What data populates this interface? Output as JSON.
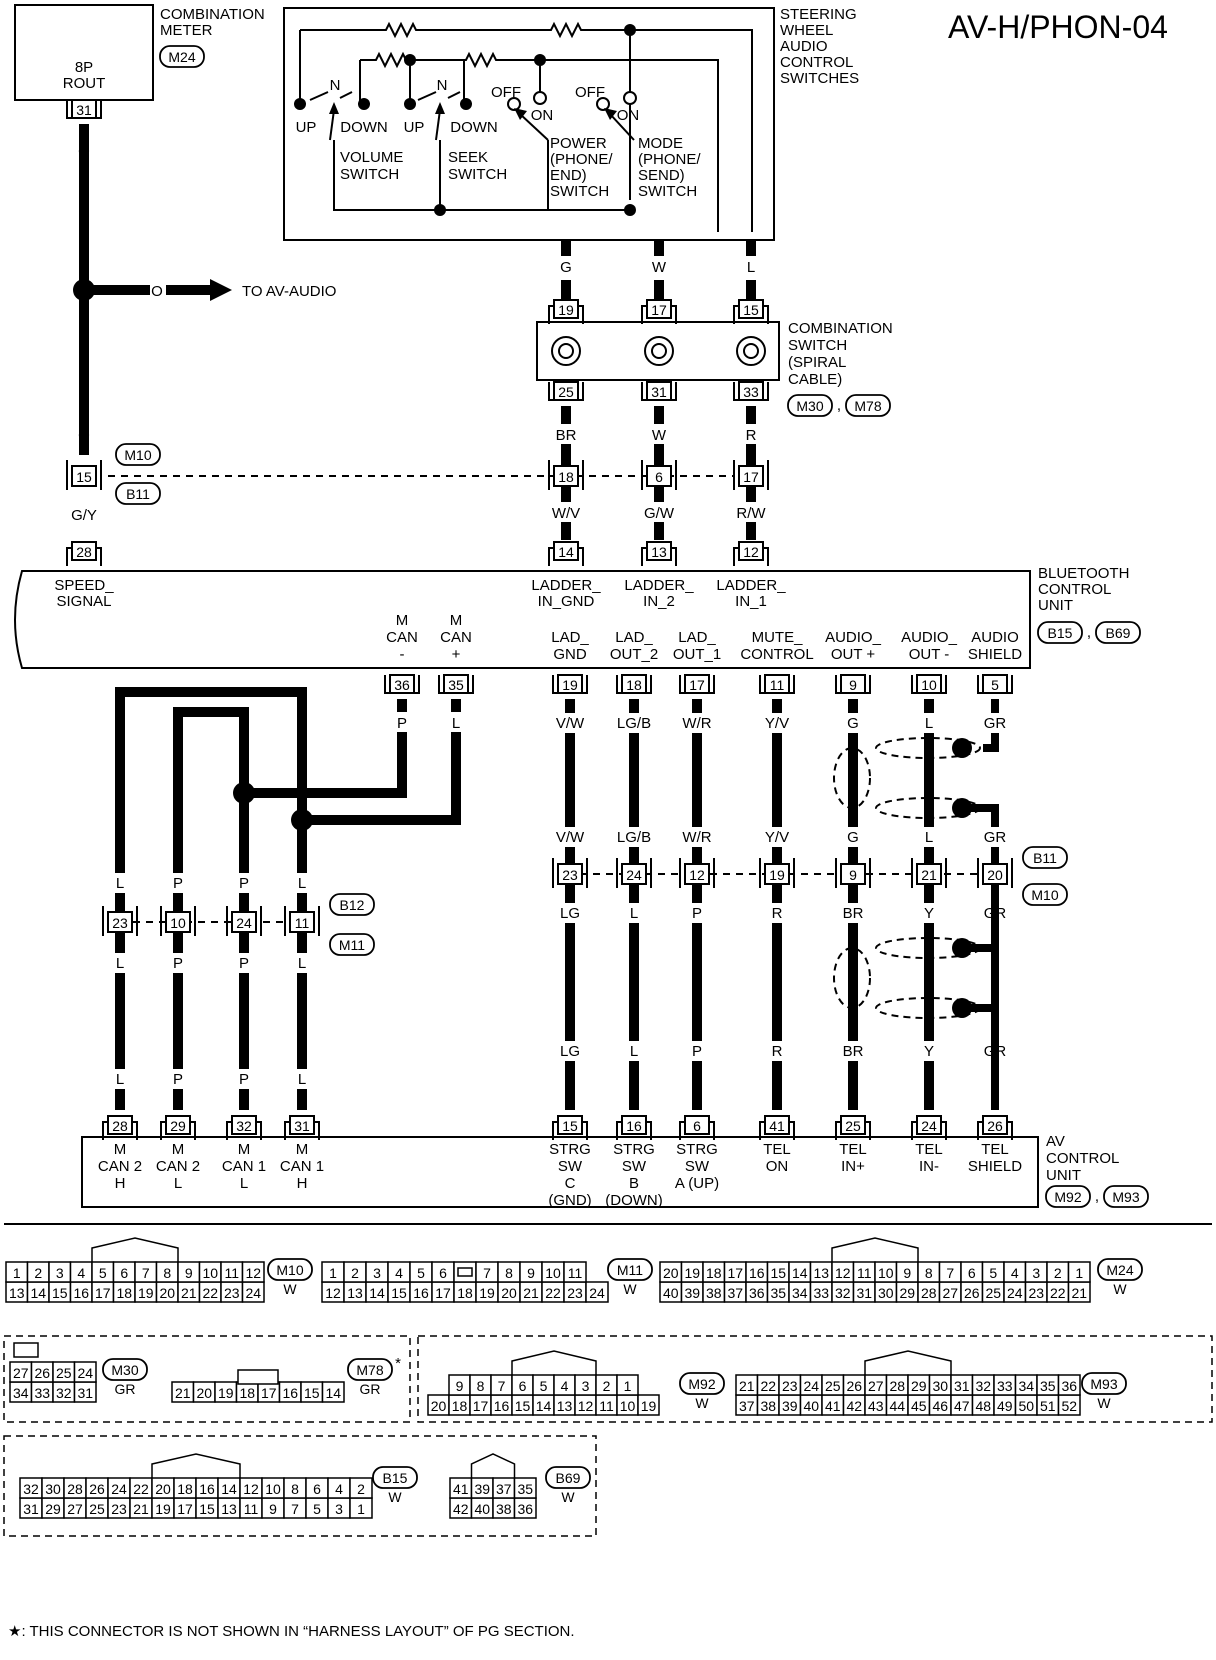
{
  "page_title": "AV-H/PHON-04",
  "components": {
    "meter": {
      "name": [
        "COMBINATION",
        "METER"
      ],
      "connector": "M24",
      "box": [
        "8P",
        "ROUT"
      ],
      "pin": "31"
    },
    "steering": {
      "name": [
        "STEERING",
        "WHEEL",
        "AUDIO",
        "CONTROL",
        "SWITCHES"
      ],
      "volume": {
        "n": "N",
        "up": "UP",
        "down": "DOWN",
        "label": [
          "VOLUME",
          "SWITCH"
        ]
      },
      "seek": {
        "n": "N",
        "up": "UP",
        "down": "DOWN",
        "label": [
          "SEEK",
          "SWITCH"
        ]
      },
      "power": {
        "off": "OFF",
        "on": "ON",
        "label": [
          "POWER",
          "(PHONE/",
          "END)",
          "SWITCH"
        ]
      },
      "mode": {
        "off": "OFF",
        "on": "ON",
        "label": [
          "MODE",
          "(PHONE/",
          "SEND)",
          "SWITCH"
        ]
      }
    },
    "spiral": {
      "name": [
        "COMBINATION",
        "SWITCH",
        "(SPIRAL",
        "CABLE)"
      ],
      "connectors": [
        "M30",
        "M78"
      ]
    },
    "bcu": {
      "name": [
        "BLUETOOTH",
        "CONTROL",
        "UNIT"
      ],
      "connectors": [
        "B15",
        "B69"
      ],
      "top_pins": [
        {
          "pin": "28",
          "label": [
            "SPEED_",
            "SIGNAL"
          ]
        },
        {
          "pin": "14",
          "label": [
            "LADDER_",
            "IN_GND"
          ]
        },
        {
          "pin": "13",
          "label": [
            "LADDER_",
            "IN_2"
          ]
        },
        {
          "pin": "12",
          "label": [
            "LADDER_",
            "IN_1"
          ]
        }
      ],
      "bottom_pins": [
        {
          "pin": "36",
          "label": [
            "M",
            "CAN",
            "-"
          ]
        },
        {
          "pin": "35",
          "label": [
            "M",
            "CAN",
            "+"
          ]
        },
        {
          "pin": "19",
          "label": [
            "LAD_",
            "GND"
          ]
        },
        {
          "pin": "18",
          "label": [
            "LAD_",
            "OUT_2"
          ]
        },
        {
          "pin": "17",
          "label": [
            "LAD_",
            "OUT_1"
          ]
        },
        {
          "pin": "11",
          "label": [
            "MUTE_",
            "CONTROL"
          ]
        },
        {
          "pin": "9",
          "label": [
            "AUDIO_",
            "OUT +"
          ]
        },
        {
          "pin": "10",
          "label": [
            "AUDIO_",
            "OUT -"
          ]
        },
        {
          "pin": "5",
          "label": [
            "AUDIO",
            "SHIELD"
          ]
        }
      ]
    },
    "av": {
      "name": [
        "AV",
        "CONTROL",
        "UNIT"
      ],
      "connectors": [
        "M92",
        "M93"
      ],
      "pins": [
        {
          "pin": "28",
          "label": [
            "M",
            "CAN 2",
            "H"
          ]
        },
        {
          "pin": "29",
          "label": [
            "M",
            "CAN 2",
            "L"
          ]
        },
        {
          "pin": "32",
          "label": [
            "M",
            "CAN 1",
            "L"
          ]
        },
        {
          "pin": "31",
          "label": [
            "M",
            "CAN 1",
            "H"
          ]
        },
        {
          "pin": "15",
          "label": [
            "STRG",
            "SW",
            "C",
            "(GND)"
          ]
        },
        {
          "pin": "16",
          "label": [
            "STRG",
            "SW",
            "B",
            "(DOWN)"
          ]
        },
        {
          "pin": "6",
          "label": [
            "STRG",
            "SW",
            "A (UP)"
          ]
        },
        {
          "pin": "41",
          "label": [
            "TEL",
            "ON"
          ]
        },
        {
          "pin": "25",
          "label": [
            "TEL",
            "IN+"
          ]
        },
        {
          "pin": "24",
          "label": [
            "TEL",
            "IN-"
          ]
        },
        {
          "pin": "26",
          "label": [
            "TEL",
            "SHIELD"
          ]
        }
      ]
    }
  },
  "to_av_audio": {
    "color": "O",
    "label": "TO AV-AUDIO"
  },
  "wires": {
    "meter_out": "O",
    "meter_low": "O",
    "meter_bcu": "G/Y",
    "steer": [
      "G",
      "W",
      "L"
    ],
    "spiral_top_pins": [
      "19",
      "17",
      "15"
    ],
    "spiral_bot_pins": [
      "25",
      "31",
      "33"
    ],
    "spiral_below": [
      "BR",
      "W",
      "R"
    ],
    "joint_pins": [
      "15",
      "18",
      "6",
      "17"
    ],
    "joint_conn": [
      "M10",
      "B11"
    ],
    "bcu_in": [
      "W/V",
      "G/W",
      "R/W"
    ],
    "can_colors_top": [
      "P",
      "L"
    ],
    "can_colors": [
      "L",
      "P",
      "P",
      "L"
    ],
    "can_pins": [
      "23",
      "10",
      "24",
      "11"
    ],
    "can_conn": [
      "B12",
      "M11"
    ],
    "sig_top": [
      "V/W",
      "LG/B",
      "W/R",
      "Y/V",
      "G",
      "L",
      "GR"
    ],
    "sig_mid": [
      "V/W",
      "LG/B",
      "W/R",
      "Y/V",
      "G",
      "L",
      "GR"
    ],
    "mid_pins": [
      "23",
      "24",
      "12",
      "19",
      "9",
      "21",
      "20"
    ],
    "mid_conn": [
      "B11",
      "M10"
    ],
    "sig_below": [
      "LG",
      "L",
      "P",
      "R",
      "BR",
      "Y",
      "GR"
    ],
    "sig_bottom": [
      "LG",
      "L",
      "P",
      "R",
      "BR",
      "Y",
      "GR"
    ]
  },
  "face_views": [
    {
      "id": "M10",
      "color": "W",
      "top": [
        "1",
        "2",
        "3",
        "4",
        "5",
        "6",
        "7",
        "8",
        "9",
        "10",
        "11",
        "12"
      ],
      "bottom": [
        "13",
        "14",
        "15",
        "16",
        "17",
        "18",
        "19",
        "20",
        "21",
        "22",
        "23",
        "24"
      ]
    },
    {
      "id": "M11",
      "color": "W",
      "top": [
        "1",
        "2",
        "3",
        "4",
        "5",
        "6",
        "",
        "7",
        "8",
        "9",
        "10",
        "11"
      ],
      "bottom": [
        "12",
        "13",
        "14",
        "15",
        "16",
        "17",
        "18",
        "19",
        "20",
        "21",
        "22",
        "23",
        "24"
      ]
    },
    {
      "id": "M24",
      "color": "W",
      "top": [
        "20",
        "19",
        "18",
        "17",
        "16",
        "15",
        "14",
        "13",
        "12",
        "11",
        "10",
        "9",
        "8",
        "7",
        "6",
        "5",
        "4",
        "3",
        "2",
        "1"
      ],
      "bottom": [
        "40",
        "39",
        "38",
        "37",
        "36",
        "35",
        "34",
        "33",
        "32",
        "31",
        "30",
        "29",
        "28",
        "27",
        "26",
        "25",
        "24",
        "23",
        "22",
        "21"
      ]
    },
    {
      "id": "M30",
      "color": "GR",
      "top": [
        "27",
        "26",
        "25",
        "24"
      ],
      "bottom": [
        "34",
        "33",
        "32",
        "31"
      ]
    },
    {
      "id": "M78",
      "color": "GR",
      "top": [],
      "bottom": [
        "21",
        "20",
        "19",
        "18",
        "17",
        "16",
        "15",
        "14"
      ]
    },
    {
      "id": "M92",
      "color": "W",
      "top": [
        "9",
        "8",
        "7",
        "6",
        "5",
        "4",
        "3",
        "2",
        "1"
      ],
      "bottom": [
        "20",
        "18",
        "17",
        "16",
        "15",
        "14",
        "13",
        "12",
        "11",
        "10",
        "19"
      ]
    },
    {
      "id": "M93",
      "color": "W",
      "top": [
        "21",
        "22",
        "23",
        "24",
        "25",
        "26",
        "27",
        "28",
        "29",
        "30",
        "31",
        "32",
        "33",
        "34",
        "35",
        "36"
      ],
      "bottom": [
        "37",
        "38",
        "39",
        "40",
        "41",
        "42",
        "43",
        "44",
        "45",
        "46",
        "47",
        "48",
        "49",
        "50",
        "51",
        "52"
      ]
    },
    {
      "id": "B15",
      "color": "W",
      "top": [
        "32",
        "30",
        "28",
        "26",
        "24",
        "22",
        "20",
        "18",
        "16",
        "14",
        "12",
        "10",
        "8",
        "6",
        "4",
        "2"
      ],
      "bottom": [
        "31",
        "29",
        "27",
        "25",
        "23",
        "21",
        "19",
        "17",
        "15",
        "13",
        "11",
        "9",
        "7",
        "5",
        "3",
        "1"
      ]
    },
    {
      "id": "B69",
      "color": "W",
      "top": [
        "41",
        "39",
        "37",
        "35"
      ],
      "bottom": [
        "42",
        "40",
        "38",
        "36"
      ]
    }
  ],
  "m78_star": "*",
  "footnote": "★: THIS CONNECTOR IS NOT SHOWN IN “HARNESS LAYOUT” OF PG SECTION."
}
